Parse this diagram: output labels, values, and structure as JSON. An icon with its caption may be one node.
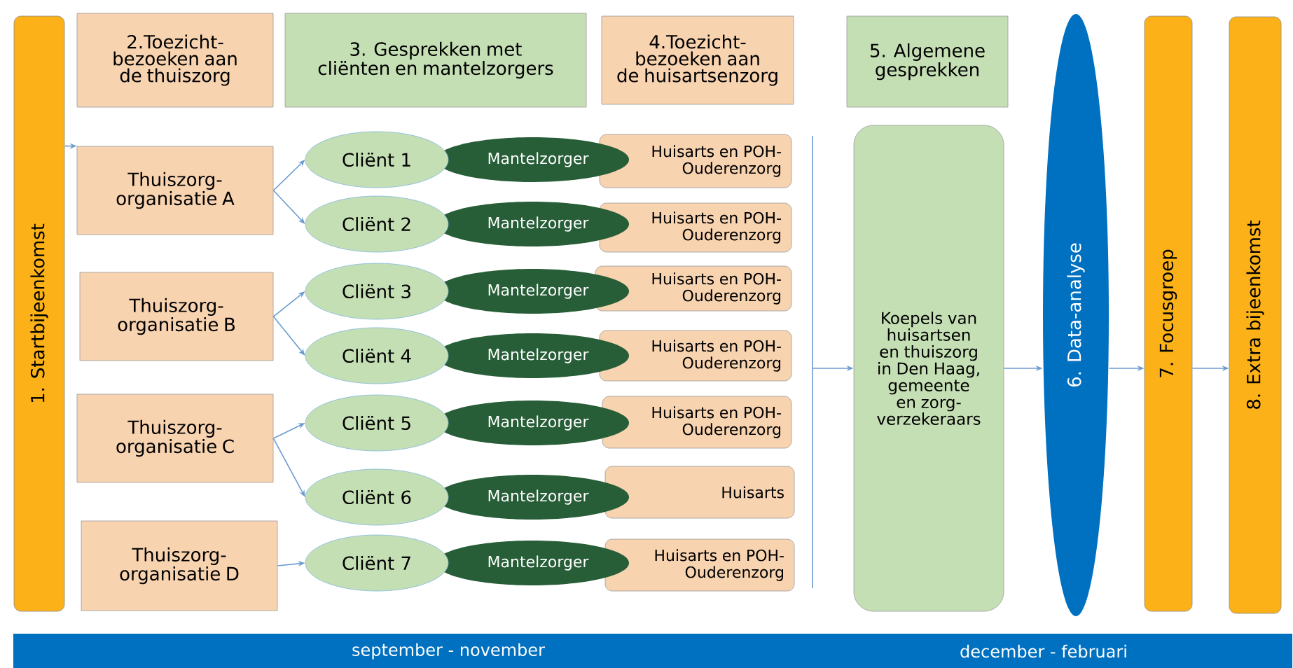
{
  "diagram": {
    "nodes": [
      {
        "text": [
          "1. Startbijeenkomst"
        ]
      },
      {
        "text": [
          "2.Toezicht- bezoeken aan de thuiszorg"
        ]
      },
      {
        "text": [
          "3. Gesprekken met cliënten en mantelzorgers"
        ]
      },
      {
        "text": [
          "4.Toezicht- bezoeken aan de huisartsenzorg"
        ]
      },
      {
        "text": [
          "5. Algemene gesprekken"
        ]
      },
      {
        "text": [
          "6. Data-analyse"
        ]
      },
      {
        "text": [
          "7. Focusgroep"
        ]
      },
      {
        "text": [
          "8. Extra bijeenkomst"
        ]
      },
      {
        "text": [
          "Thuiszorg- organisatie A"
        ]
      },
      {
        "text": [
          "Thuiszorg- organisatie B"
        ]
      },
      {
        "text": [
          "Thuiszorg- organisatie C"
        ]
      },
      {
        "text": [
          "Thuiszorg- organisatie D"
        ]
      },
      {
        "text": [
          "Cliënt 1"
        ]
      },
      {
        "text": [
          "Cliënt 2"
        ]
      },
      {
        "text": [
          "Cliënt 3"
        ]
      },
      {
        "text": [
          "Cliënt 4"
        ]
      },
      {
        "text": [
          "Cliënt 5"
        ]
      },
      {
        "text": [
          "Cliënt 6"
        ]
      },
      {
        "text": [
          "Cliënt 7"
        ]
      },
      {
        "text": [
          "Mantelzorger"
        ]
      },
      {
        "text": [
          "Mantelzorger"
        ]
      },
      {
        "text": [
          "Mantelzorger"
        ]
      },
      {
        "text": [
          "Mantelzorger"
        ]
      },
      {
        "text": [
          "Mantelzorger"
        ]
      },
      {
        "text": [
          "Mantelzorger"
        ]
      },
      {
        "text": [
          "Mantelzorger"
        ]
      },
      {
        "text": [
          "Huisarts en POH- Ouderenzorg"
        ]
      },
      {
        "text": [
          "Huisarts en POH- Ouderenzorg"
        ]
      },
      {
        "text": [
          "Huisarts en POH- Ouderenzorg"
        ]
      },
      {
        "text": [
          "Huisarts en POH- Ouderenzorg"
        ]
      },
      {
        "text": [
          "Huisarts en POH- Ouderenzorg"
        ]
      },
      {
        "text": [
          "Huisarts"
        ]
      },
      {
        "text": [
          "Huisarts en POH- Ouderenzorg"
        ]
      },
      {
        "text": [
          "Koepels van huisartsen en thuiszorg in Den Haag, gemeente en zorg- verzekeraars"
        ]
      },
      {
        "text": [
          "september - november",
          "december - februari"
        ]
      }
    ],
    "edges": [
      {
        "from": 0,
        "to": 8,
        "arrow": "to"
      },
      {
        "from": 8,
        "to": 12,
        "arrow": "to"
      },
      {
        "from": 8,
        "to": 13,
        "arrow": "to"
      },
      {
        "from": 9,
        "to": 14,
        "arrow": "to"
      },
      {
        "from": 9,
        "to": 15,
        "arrow": "to"
      },
      {
        "from": 10,
        "to": 16,
        "arrow": "to"
      },
      {
        "from": 10,
        "to": 17,
        "arrow": "to"
      },
      {
        "from": 11,
        "to": 18,
        "arrow": "to"
      },
      {
        "from": null,
        "to": 33,
        "arrow": "to"
      },
      {
        "from": 33,
        "to": 5,
        "arrow": "to"
      },
      {
        "from": 5,
        "to": 6,
        "arrow": "to"
      },
      {
        "from": 6,
        "to": 7,
        "arrow": "to"
      }
    ]
  }
}
